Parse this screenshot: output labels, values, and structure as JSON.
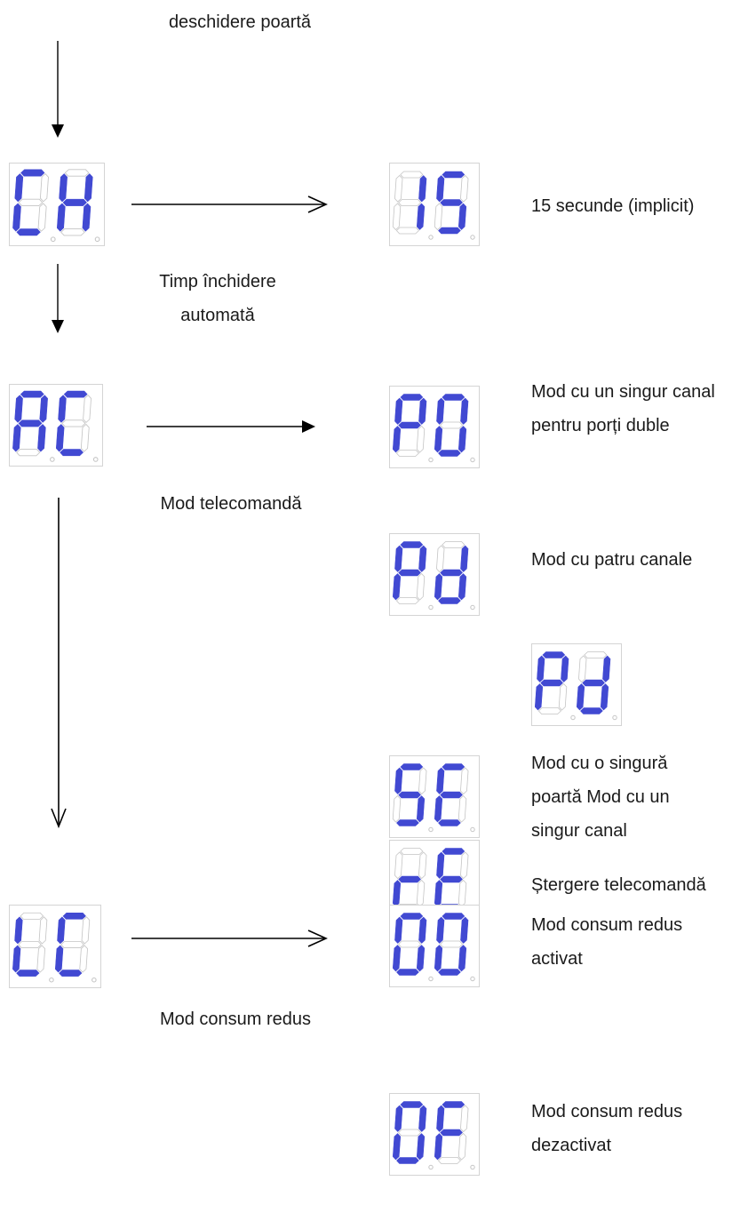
{
  "colors": {
    "segment_on": "#4149d2",
    "segment_off_stroke": "#c4c4c4",
    "arrow": "#000000",
    "box_border": "#d4d4d4"
  },
  "labels": {
    "top_caption": "deschidere poartă",
    "ch_caption": "Timp închidere automată",
    "ac_caption": "Mod telecomandă",
    "lc_caption": "Mod consum redus",
    "opt_15": "15 secunde (implicit)",
    "opt_p0": "Mod cu un singur canal pentru porți duble",
    "opt_pd": "Mod cu patru canale",
    "opt_se": "Mod cu o singură poartă Mod cu un singur canal",
    "opt_re": "Ștergere telecomandă",
    "opt_00": "Mod consum redus activat",
    "opt_0f": "Mod consum redus dezactivat"
  },
  "displays": [
    {
      "id": "ch",
      "text": "CH",
      "digits": [
        "abcdefg-x:adef",
        "abcdefg-x:bcefg"
      ]
    },
    {
      "id": "v15",
      "text": "15",
      "digits": [
        "x:bc",
        "x:acdfg"
      ]
    },
    {
      "id": "ac",
      "text": "AC",
      "digits": [
        "x:abcefg",
        "x:adef"
      ]
    },
    {
      "id": "p0",
      "text": "P0",
      "digits": [
        "x:abefg",
        "x:abcdef"
      ]
    },
    {
      "id": "pd",
      "text": "Pd",
      "digits": [
        "x:abefg",
        "x:bcdeg"
      ]
    },
    {
      "id": "pd2",
      "text": "Pd",
      "digits": [
        "x:abefg",
        "x:bcdeg"
      ]
    },
    {
      "id": "se",
      "text": "SE",
      "digits": [
        "x:acdfg",
        "x:adefg"
      ]
    },
    {
      "id": "re",
      "text": "rE",
      "digits": [
        "x:eg",
        "x:adefg"
      ]
    },
    {
      "id": "lc",
      "text": "LC",
      "digits": [
        "x:def",
        "x:adef"
      ]
    },
    {
      "id": "v00",
      "text": "00",
      "digits": [
        "x:abcdef",
        "x:abcdef"
      ]
    },
    {
      "id": "v0f",
      "text": "0F",
      "digits": [
        "x:abcdef",
        "x:aefg"
      ]
    }
  ]
}
